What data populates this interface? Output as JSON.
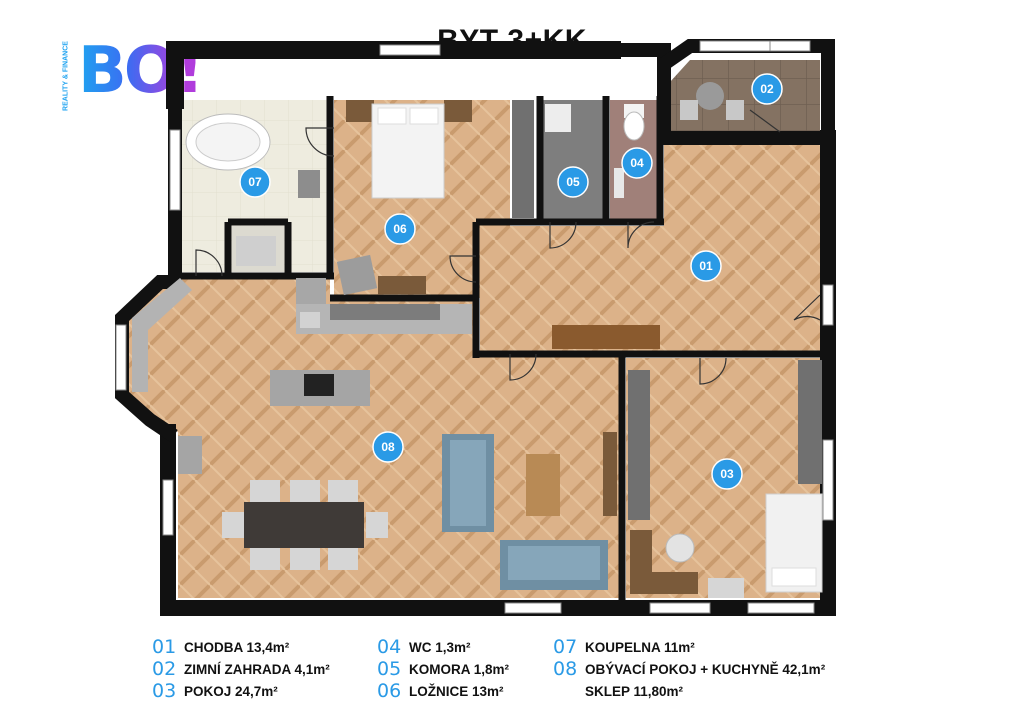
{
  "title": "BYT 3+KK",
  "logo": {
    "text": "BO!",
    "side_text": "REALITY & FINANCE"
  },
  "colors": {
    "accent": "#2a9ae6",
    "wall": "#111111",
    "parquet": "#d8ae83",
    "bathroom_floor": "#ecebdf",
    "storage_floor": "#7d7d7d",
    "wc_floor": "#9c7e78",
    "winter_garden_floor": "#857364"
  },
  "rooms": [
    {
      "id": "room-01",
      "number": "01",
      "label": "CHODBA 13,4m²"
    },
    {
      "id": "room-02",
      "number": "02",
      "label": "ZIMNÍ ZAHRADA 4,1m²"
    },
    {
      "id": "room-03",
      "number": "03",
      "label": "POKOJ 24,7m²"
    },
    {
      "id": "room-04",
      "number": "04",
      "label": "WC 1,3m²"
    },
    {
      "id": "room-05",
      "number": "05",
      "label": "KOMORA 1,8m²"
    },
    {
      "id": "room-06",
      "number": "06",
      "label": "LOŽNICE 13m²"
    },
    {
      "id": "room-07",
      "number": "07",
      "label": "KOUPELNA 11m²"
    },
    {
      "id": "room-08",
      "number": "08",
      "label": "OBÝVACÍ POKOJ + KUCHYNĚ 42,1m²"
    }
  ],
  "extra_note": "SKLEP 11,80m²"
}
